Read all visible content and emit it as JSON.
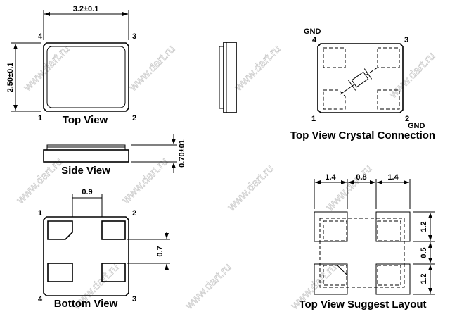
{
  "watermark": "www.dart.ru",
  "top_view": {
    "title": "Top View",
    "width_dim": "3.2±0.1",
    "height_dim": "2.50±0.1",
    "pins": [
      "1",
      "2",
      "3",
      "4"
    ]
  },
  "side_view": {
    "title": "Side View",
    "height_dim": "0.70±01"
  },
  "crystal_connection": {
    "title": "Top View Crystal Connection",
    "pins": [
      "1",
      "2",
      "3",
      "4"
    ],
    "gnd_label": "GND"
  },
  "bottom_view": {
    "title": "Bottom View",
    "pad_gap_dim": "0.9",
    "pad_height_dim": "0.7",
    "pins": [
      "1",
      "2",
      "3",
      "4"
    ]
  },
  "suggest_layout": {
    "title": "Top View Suggest Layout",
    "horizontal_dims": [
      "1.4",
      "0.8",
      "1.4"
    ],
    "vertical_dims": [
      "1.2",
      "0.5",
      "1.2"
    ]
  }
}
